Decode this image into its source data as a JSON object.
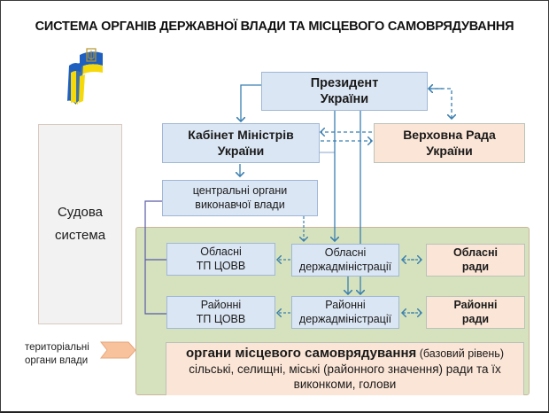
{
  "title": "СИСТЕМА ОРГАНІВ ДЕРЖАВНОЇ ВЛАДИ ТА МІСЦЕВОГО САМОВРЯДУВАННЯ",
  "logo": {
    "icon": "ukraine-flag-trident-icon",
    "colors": {
      "blue": "#1f5fbf",
      "yellow": "#f5d90a"
    }
  },
  "nodes": {
    "president": {
      "line1": "Президент",
      "line2": "України"
    },
    "cabinet": {
      "line1": "Кабінет Міністрів",
      "line2": "України"
    },
    "rada": {
      "line1": "Верховна Рада",
      "line2": "України"
    },
    "central": {
      "line1": "центральні органи",
      "line2": "виконавчої влади"
    },
    "judicial": {
      "line1": "Судова",
      "line2": "система"
    },
    "oblast_tp": {
      "line1": "Обласні",
      "line2": "ТП ЦОВВ"
    },
    "raion_tp": {
      "line1": "Районні",
      "line2": "ТП ЦОВВ"
    },
    "oblast_admin": {
      "line1": "Обласні",
      "line2": "держадміністрації"
    },
    "raion_admin": {
      "line1": "Районні",
      "line2": "держадміністрації"
    },
    "oblast_rady": {
      "line1": "Обласні",
      "line2": "ради"
    },
    "raion_rady": {
      "line1": "Районні",
      "line2": "ради"
    },
    "local": {
      "bold": "органи місцевого самоврядування",
      "suffix": " (базовий рівень)",
      "line2": "сільські, селищні, міські (районного значення) ради та їх",
      "line3": "виконкоми, голови"
    }
  },
  "side_label": {
    "line1": "територіальні",
    "line2": "органи влади"
  },
  "colors": {
    "blue_box": "#dbe6f4",
    "peach_box": "#fbe5d6",
    "grey_box": "#f2f2f2",
    "green_area": "#d6e2bd",
    "connector": "#3a7fb0",
    "bracket_line": "#5a5aa8"
  }
}
